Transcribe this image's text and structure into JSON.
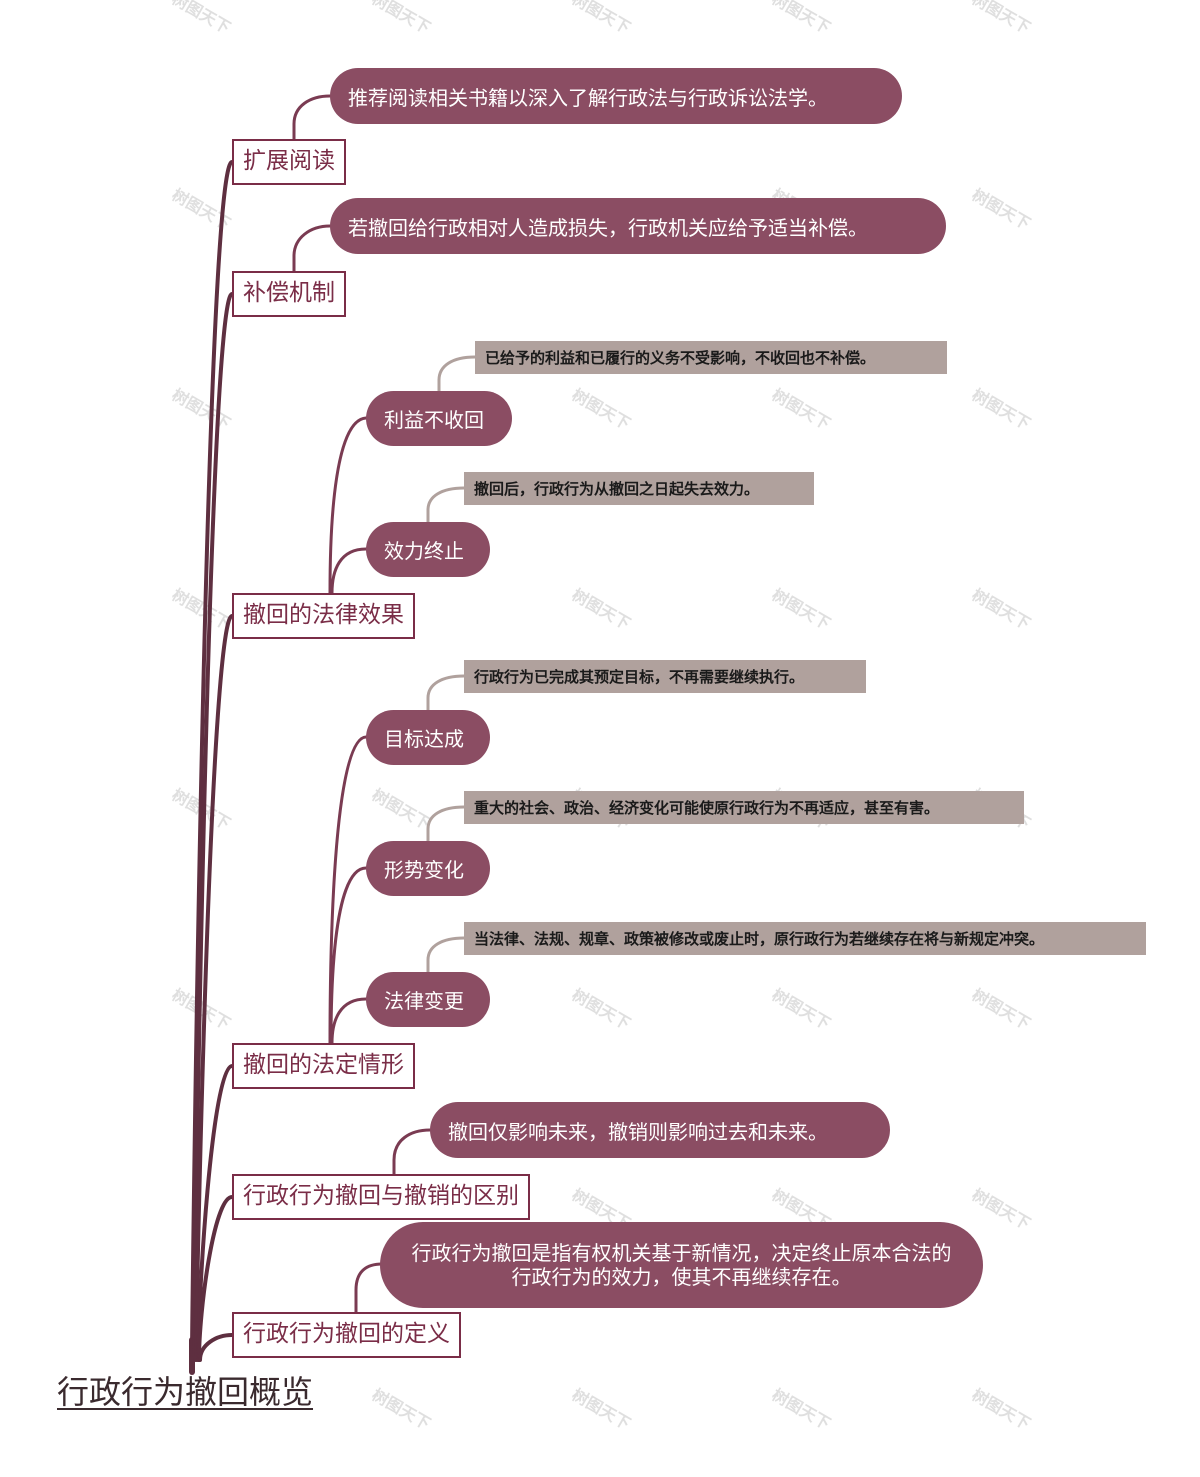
{
  "title": "行政行为撤回概览",
  "watermark": "树图天下",
  "colors": {
    "branch_border": "#7a2d47",
    "pill": "#8b4d63",
    "note": "#b0a19d",
    "line": "#5e2f40"
  },
  "branches": [
    {
      "label": "扩展阅读",
      "children": [
        {
          "text": "推荐阅读相关书籍以深入了解行政法与行政诉讼法学。"
        }
      ]
    },
    {
      "label": "补偿机制",
      "children": [
        {
          "text": "若撤回给行政相对人造成损失，行政机关应给予适当补偿。"
        }
      ]
    },
    {
      "label": "撤回的法律效果",
      "children": [
        {
          "label": "利益不收回",
          "note": "已给予的利益和已履行的义务不受影响，不收回也不补偿。"
        },
        {
          "label": "效力终止",
          "note": "撤回后，行政行为从撤回之日起失去效力。"
        }
      ]
    },
    {
      "label": "撤回的法定情形",
      "children": [
        {
          "label": "目标达成",
          "note": "行政行为已完成其预定目标，不再需要继续执行。"
        },
        {
          "label": "形势变化",
          "note": "重大的社会、政治、经济变化可能使原行政行为不再适应，甚至有害。"
        },
        {
          "label": "法律变更",
          "note": "当法律、法规、规章、政策被修改或废止时，原行政行为若继续存在将与新规定冲突。"
        }
      ]
    },
    {
      "label": "行政行为撤回与撤销的区别",
      "children": [
        {
          "text": "撤回仅影响未来，撤销则影响过去和未来。"
        }
      ]
    },
    {
      "label": "行政行为撤回的定义",
      "children": [
        {
          "text": "行政行为撤回是指有权机关基于新情况，决定终止原本合法的行政行为的效力，使其不再继续存在。"
        }
      ]
    }
  ]
}
